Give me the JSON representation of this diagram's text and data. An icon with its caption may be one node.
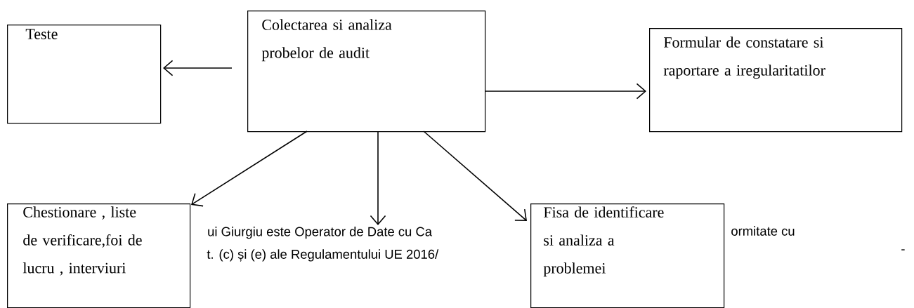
{
  "diagram": {
    "nodes": [
      {
        "text": [
          "Teste"
        ]
      },
      {
        "text": [
          "Colectarea si analiza probelor de audit"
        ]
      },
      {
        "text": [
          "Formular de constatare si raportare a iregularitatilor"
        ]
      },
      {
        "text": [
          "Chestionare , liste de verificare,foi de lucru , interviuri"
        ]
      },
      {
        "text": [
          "Fisa de identificare si analiza a problemei"
        ]
      },
      {
        "text": [
          "ui Giurgiu este Operator de Date cu Ca"
        ]
      }
    ],
    "edges": [
      {
        "from": 1,
        "to": 0,
        "arrow": "to"
      },
      {
        "from": 1,
        "to": 2,
        "arrow": "to"
      },
      {
        "from": 1,
        "to": 3,
        "arrow": "to"
      },
      {
        "from": 1,
        "to": 5,
        "arrow": "to"
      },
      {
        "from": 1,
        "to": 4,
        "arrow": "to"
      }
    ],
    "labels": [
      "ormitate cu",
      "t. (c) și (e) ale Regulamentului UE 2016/",
      "-"
    ]
  }
}
